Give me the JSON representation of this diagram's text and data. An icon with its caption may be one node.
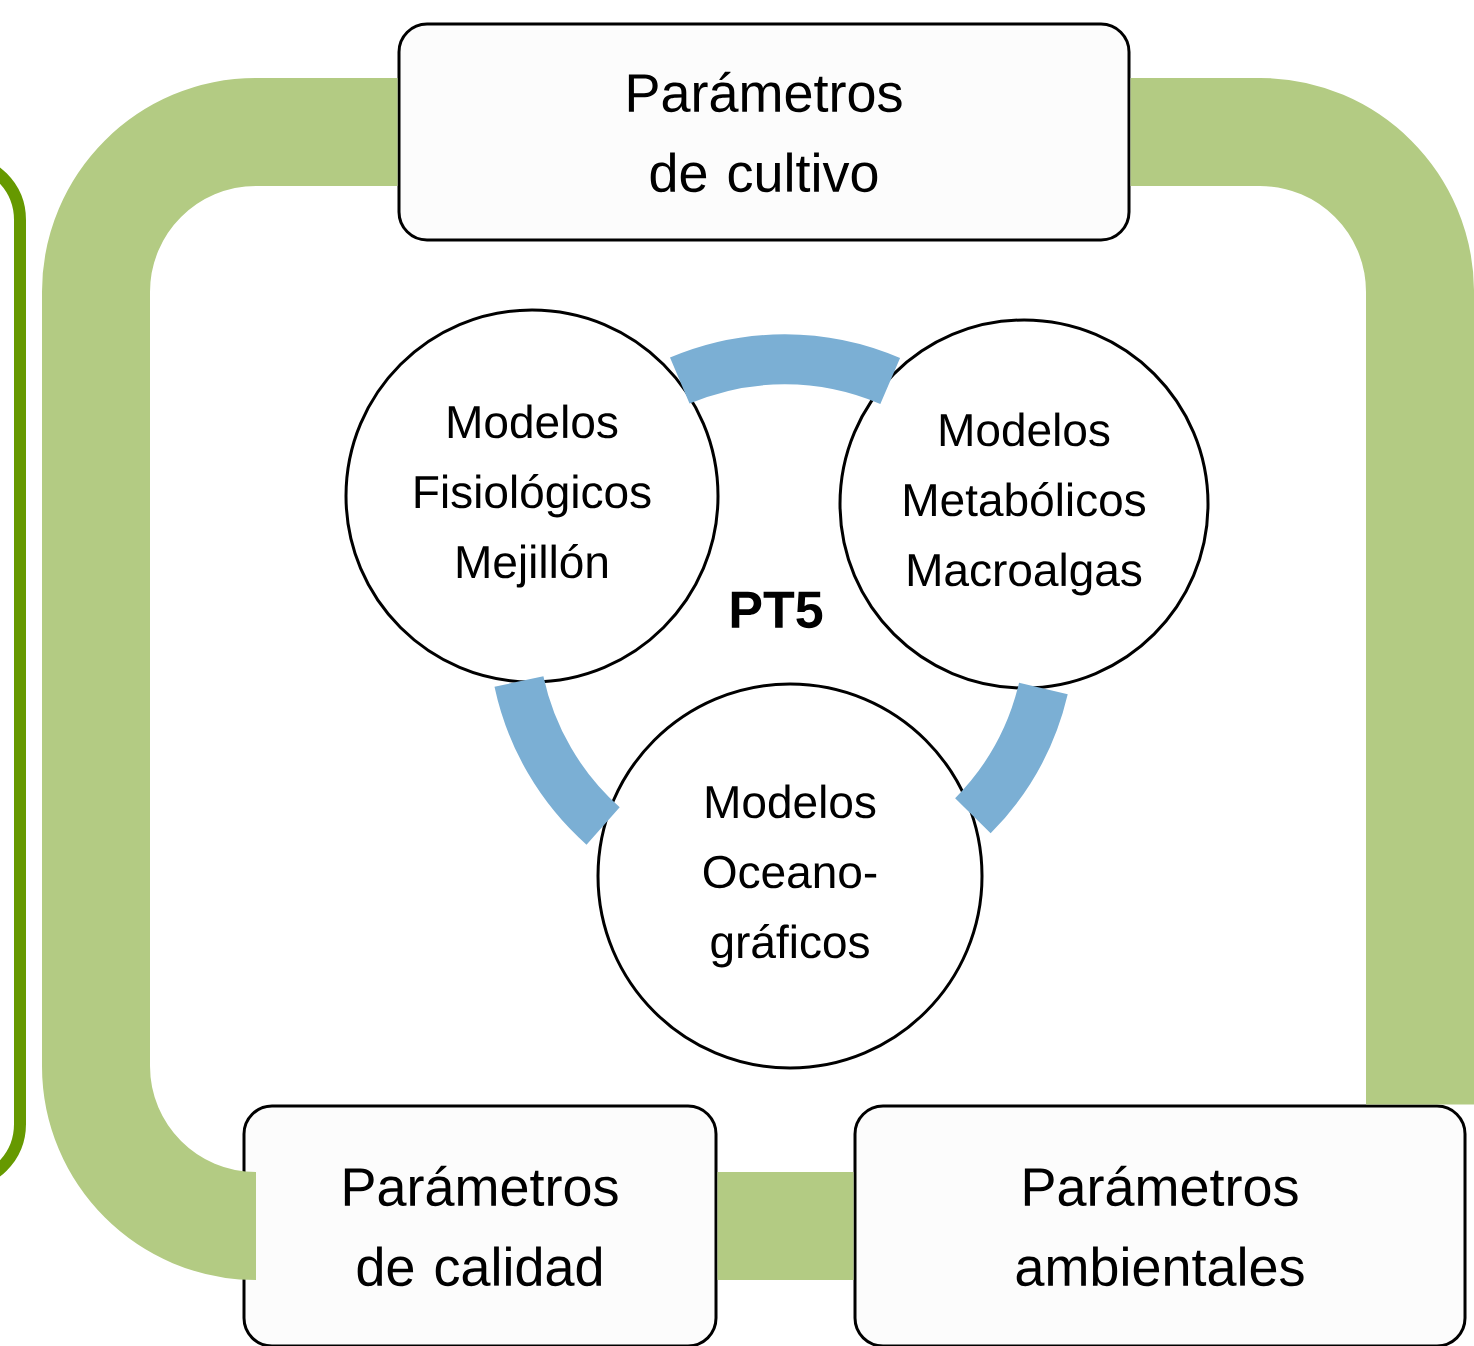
{
  "diagram": {
    "nodes": [
      {
        "text": [
          "Parámetros de cultivo"
        ]
      },
      {
        "text": [
          "Modelos Fisiológicos Mejillón"
        ]
      },
      {
        "text": [
          "Modelos Metabólicos Macroalgas"
        ]
      },
      {
        "text": [
          "Modelos Oceano- gráficos"
        ]
      },
      {
        "text": [
          "Parámetros de calidad"
        ]
      },
      {
        "text": [
          "Parámetros ambientales"
        ]
      }
    ],
    "edges": [
      {
        "from": 1,
        "to": 2,
        "arrow": "none",
        "color": "#7bafd4"
      },
      {
        "from": 2,
        "to": 3,
        "arrow": "none",
        "color": "#7bafd4"
      },
      {
        "from": 3,
        "to": 1,
        "arrow": "none",
        "color": "#7bafd4"
      },
      {
        "from": 0,
        "to": 5,
        "arrow": "none",
        "style": "thick",
        "color": "#b3cb83"
      },
      {
        "from": 5,
        "to": 4,
        "arrow": "none",
        "style": "thick",
        "color": "#b3cb83"
      },
      {
        "from": 4,
        "to": 0,
        "arrow": "none",
        "style": "thick",
        "color": "#b3cb83"
      }
    ],
    "labels": [
      "PT5"
    ]
  }
}
